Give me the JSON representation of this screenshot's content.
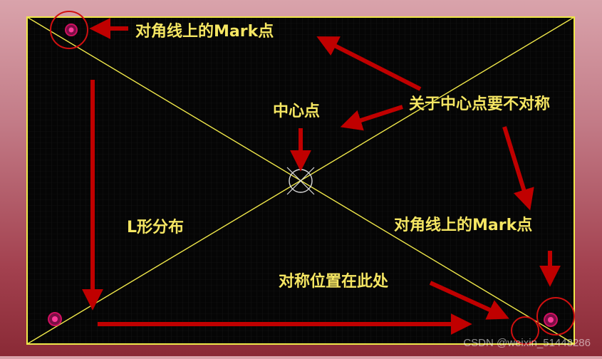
{
  "labels": {
    "mark_top": "对角线上的Mark点",
    "center": "中心点",
    "asymmetric": "关于中心点要不对称",
    "mark_bottom": "对角线上的Mark点",
    "l_shape": "L形分布",
    "symmetric_pos": "对称位置在此处"
  },
  "watermark": "CSDN @weixin_51448286",
  "colors": {
    "board": "#050505",
    "border": "#f0e84a",
    "diagonal": "#f0e84a",
    "arrow": "#c00000",
    "label": "#f5e663",
    "marker_ring": "#d01060",
    "circle_highlight": "#d01010"
  },
  "icons": [
    "fiducial-mark-icon",
    "center-crosshair-icon",
    "arrow-icon",
    "highlight-circle-icon"
  ]
}
